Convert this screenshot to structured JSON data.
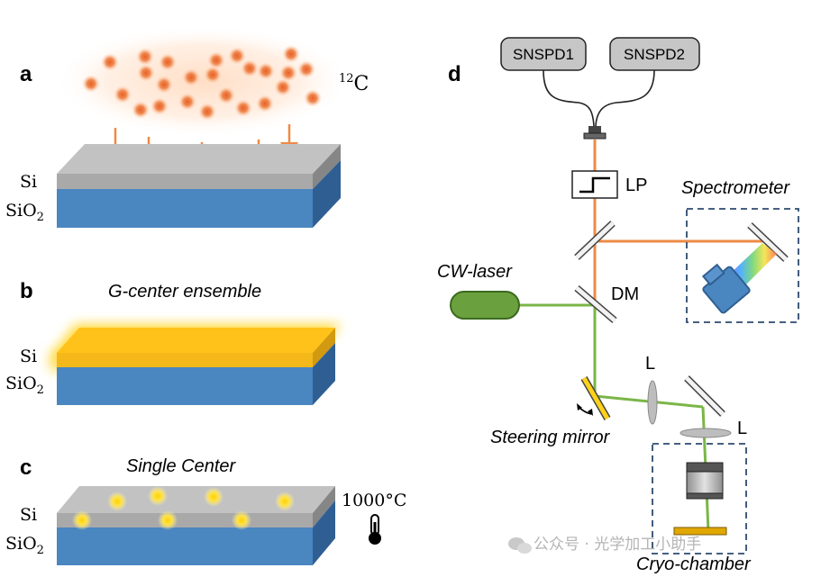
{
  "panel_a": {
    "letter": "a",
    "layer_top": "Si",
    "layer_bottom_main": "SiO",
    "layer_bottom_sub": "2",
    "isotope_super": "12",
    "isotope_symbol": "C"
  },
  "panel_b": {
    "letter": "b",
    "title": "G-center ensemble",
    "layer_top": "Si",
    "layer_bottom_main": "SiO",
    "layer_bottom_sub": "2"
  },
  "panel_c": {
    "letter": "c",
    "title": "Single Center",
    "layer_top": "Si",
    "layer_bottom_main": "SiO",
    "layer_bottom_sub": "2",
    "temperature": "1000°C",
    "thermometer_icon": "thermometer-icon"
  },
  "panel_d": {
    "letter": "d",
    "detector1": "SNSPD1",
    "detector2": "SNSPD2",
    "long_pass": "LP",
    "spectrometer": "Spectrometer",
    "laser": "CW-laser",
    "dichroic": "DM",
    "lens_top": "L",
    "lens_bottom": "L",
    "steering": "Steering mirror",
    "cryo": "Cryo-chamber"
  },
  "watermark": "公众号 · 光学加工小助手",
  "colors": {
    "si": "#a9a9a9",
    "sio2": "#4a86c0",
    "orange_beam": "#ee8a45",
    "green_beam": "#7ab648",
    "glow": "#ffd21a"
  }
}
